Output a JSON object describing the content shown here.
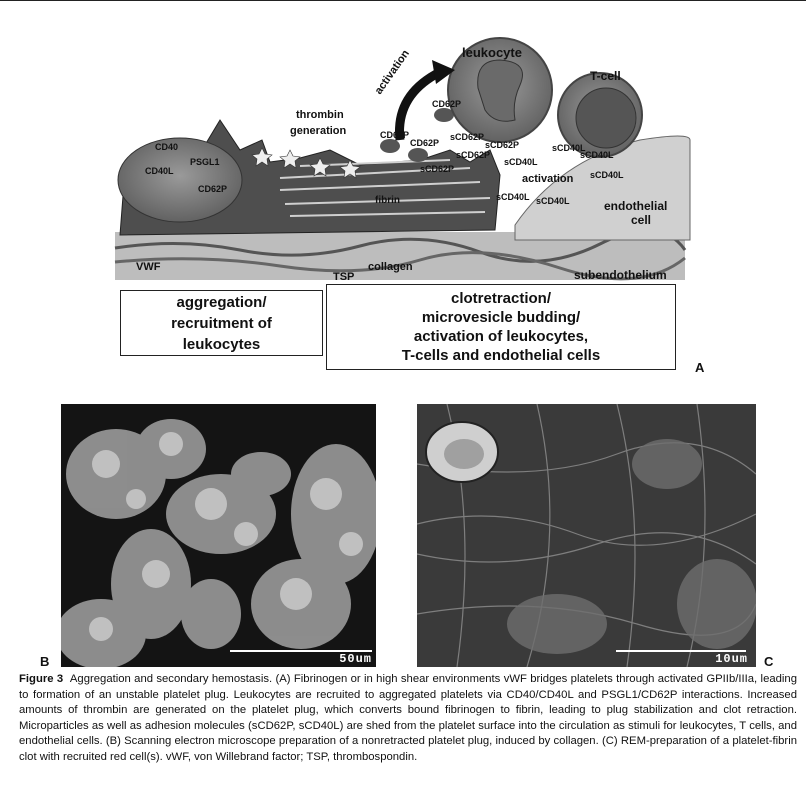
{
  "figure_a": {
    "labels": {
      "activation_arrow": "activation",
      "leukocyte": "leukocyte",
      "tcell": "T-cell",
      "thrombin": "thrombin\ngeneration",
      "cd62p_top": "CD62P",
      "cd62p_a": "CD62P",
      "cd62p_b": "CD62P",
      "cd40": "CD40",
      "cd40l": "CD40L",
      "psgl1": "PSGL1",
      "cd62p_platelet": "CD62P",
      "fibrin": "fibrin",
      "scd62p_1": "sCD62P",
      "scd62p_2": "sCD62P",
      "scd62p_3": "sCD62P",
      "scd62p_4": "sCD62P",
      "scd40l_1": "sCD40L",
      "scd40l_2": "sCD40L",
      "scd40l_3": "sCD40L",
      "scd40l_4": "sCD40L",
      "scd40l_5": "sCD40L",
      "scd40l_6": "sCD40L",
      "activation_endo": "activation",
      "endothelial": "endothelial\ncell",
      "vwf": "VWF",
      "tsp": "TSP",
      "collagen": "collagen",
      "subendothelium": "subendothelium"
    },
    "box_left": "aggregation/\nrecruitment of\nleukocytes",
    "box_right": "clotretraction/\nmicrovesicle budding/\nactivation of leukocytes,\nT-cells and endothelial cells",
    "panel_letter": "A"
  },
  "figure_b": {
    "panel_letter": "B",
    "scale": "50um"
  },
  "figure_c": {
    "panel_letter": "C",
    "scale": "10um"
  },
  "caption": {
    "label": "Figure 3",
    "text": "Aggregation and secondary hemostasis. (A) Fibrinogen or in high shear environments vWF bridges platelets through activated GPIIb/IIIa, leading to formation of an unstable platelet plug. Leukocytes are recruited to aggregated platelets via CD40/CD40L and PSGL1/CD62P interactions. Increased amounts of thrombin are generated on the platelet plug, which converts bound fibrinogen to fibrin, leading to plug stabilization and clot retraction. Microparticles as well as adhesion molecules (sCD62P, sCD40L) are shed from the platelet surface into the circulation as stimuli for leukocytes, T cells, and endothelial cells. (B) Scanning electron microscope preparation of a nonretracted platelet plug, induced by collagen. (C) REM-preparation of a platelet-fibrin clot with recruited red cell(s). vWF, von Willebrand factor; TSP, thrombospondin."
  }
}
